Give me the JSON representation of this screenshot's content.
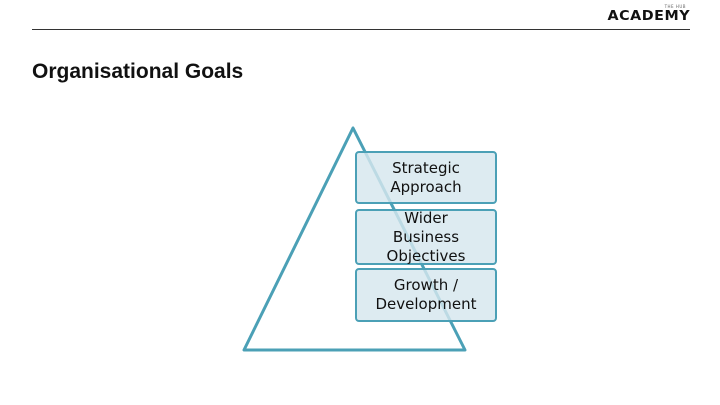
{
  "brand": {
    "small_text": "THE HUB",
    "name": "ACADEMY"
  },
  "page": {
    "title": "Organisational Goals"
  },
  "pyramid": {
    "levels": [
      {
        "lines": [
          "Strategic",
          "Approach"
        ]
      },
      {
        "lines": [
          "Wider",
          "Business",
          "Objectives"
        ]
      },
      {
        "lines": [
          "Growth /",
          "Development"
        ]
      }
    ]
  },
  "colors": {
    "accent": "#4ba0b6",
    "box_fill": "#d6e7ee",
    "text": "#111111"
  }
}
